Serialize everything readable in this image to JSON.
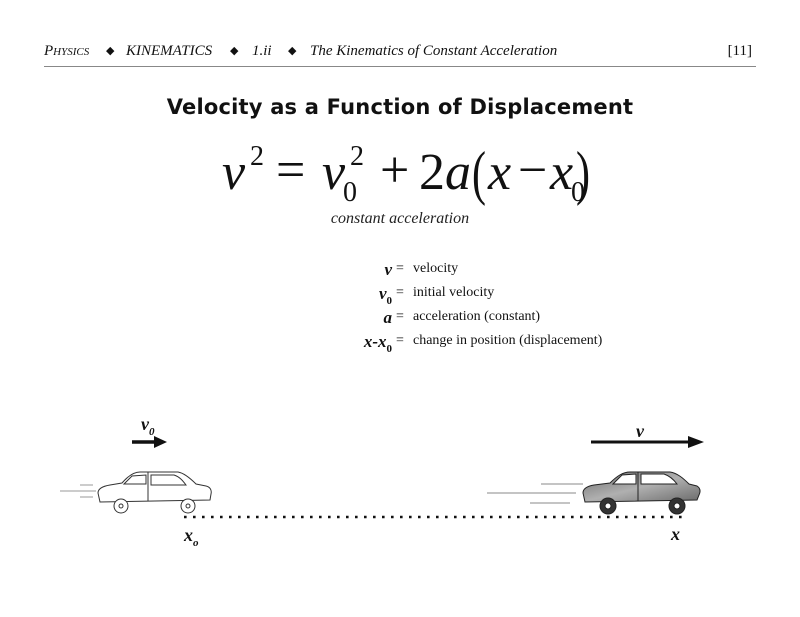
{
  "header": {
    "breadcrumbs": [
      {
        "label": "Physics"
      },
      {
        "label": "KINEMATICS"
      },
      {
        "label": "1.ii"
      },
      {
        "label": "The Kinematics of Constant Acceleration"
      }
    ],
    "separator_icon": "diamond-bullet",
    "page_number": "[11]"
  },
  "title": "Velocity as a Function of Displacement",
  "equation": {
    "lhs_var": "v",
    "lhs_exp": "2",
    "equals": "=",
    "v0_var": "v",
    "v0_sub": "0",
    "v0_exp": "2",
    "plus": "+",
    "coef": "2a",
    "open_paren": "(",
    "x": "x",
    "minus": "−",
    "x0_var": "x",
    "x0_sub": "0",
    "close_paren": ")",
    "caption": "constant acceleration"
  },
  "legend": [
    {
      "symbol": "v",
      "sub": "",
      "eq": "=",
      "definition": "velocity"
    },
    {
      "symbol": "v",
      "sub": "0",
      "eq": "=",
      "definition": "initial velocity"
    },
    {
      "symbol": "a",
      "sub": "",
      "eq": "=",
      "definition": "acceleration (constant)"
    },
    {
      "symbol": "x-x",
      "sub": "0",
      "eq": "=",
      "definition": "change in position (displacement)"
    }
  ],
  "diagram": {
    "initial_velocity_label": {
      "var": "v",
      "sub": "0"
    },
    "final_velocity_label": {
      "var": "v"
    },
    "initial_position_label": {
      "var": "x",
      "sub": "o"
    },
    "final_position_label": {
      "var": "x"
    },
    "colors": {
      "outline": "#333333",
      "car_initial_fill": "#ffffff",
      "car_final_fill": "#8a8a8a",
      "arrow": "#111111"
    }
  }
}
